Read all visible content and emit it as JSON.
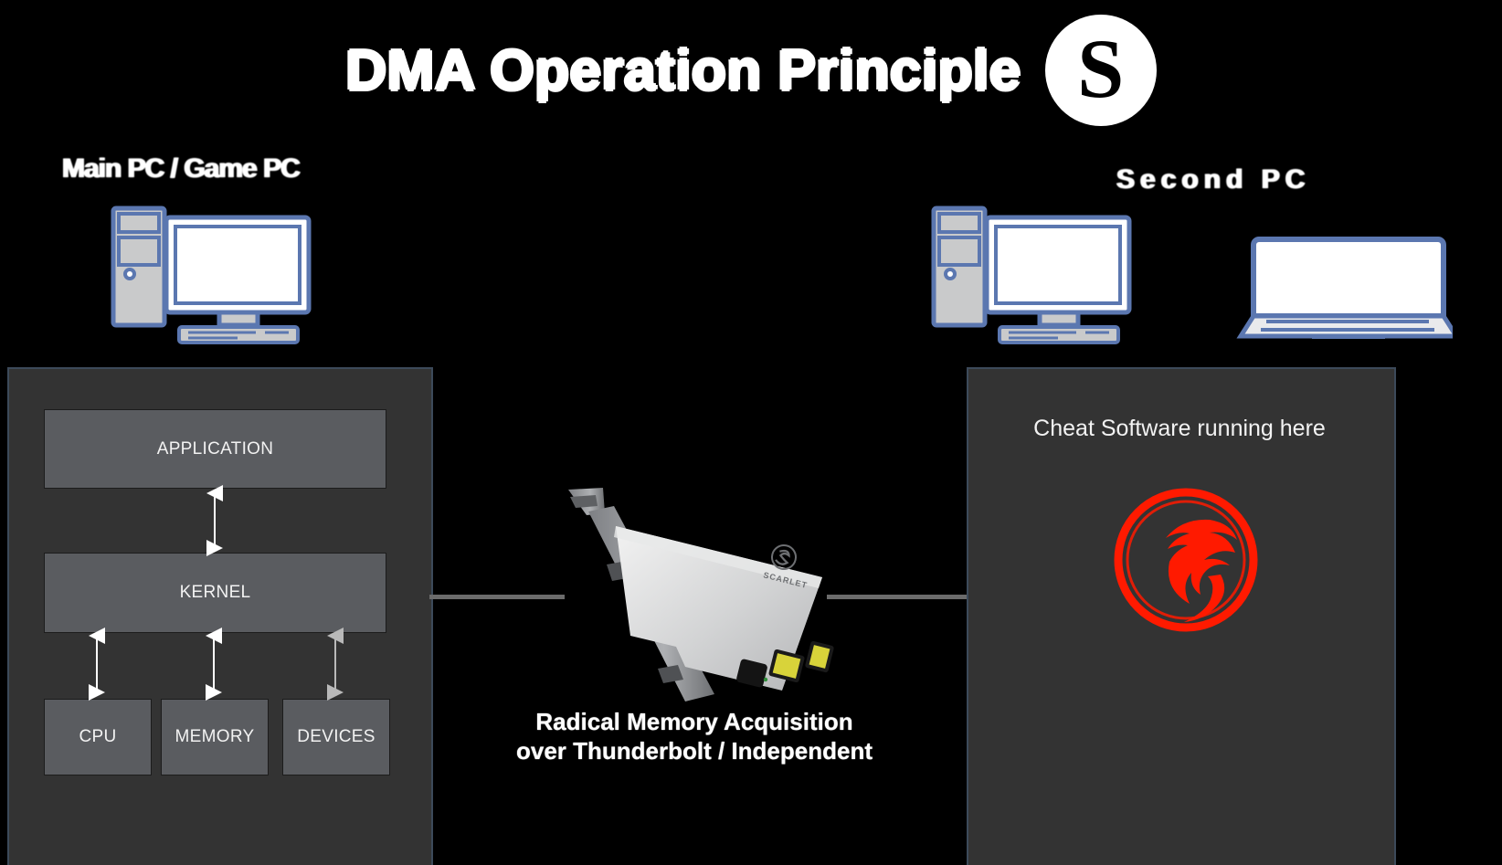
{
  "title": {
    "text": "DMA Operation Principle",
    "logo_glyph": "S",
    "logo_name": "scarlet-circle-logo"
  },
  "labels": {
    "left_machine": "Main PC / Game PC",
    "right_machine": "Second PC"
  },
  "left_panel": {
    "blocks": [
      {
        "label": "APPLICATION"
      },
      {
        "label": "KERNEL"
      },
      {
        "label": "CPU"
      },
      {
        "label": "MEMORY"
      },
      {
        "label": "DEVICES"
      }
    ]
  },
  "center": {
    "card_brand": "SCARLET",
    "caption_line1": "Radical Memory Acquisition",
    "caption_line2": "over Thunderbolt / Independent"
  },
  "right_panel": {
    "heading": "Cheat Software running here",
    "logo_name": "red-dragon-logo"
  },
  "colors": {
    "background": "#000000",
    "panel_fill": "#333333",
    "panel_border": "#3c4a5a",
    "block_fill": "#5a5c60",
    "text": "#f2f2f2",
    "accent_red": "#ff1a00",
    "icon_blue": "#5b77b0",
    "icon_gray": "#c9cacb",
    "bus_gray": "#6b6b6b"
  }
}
